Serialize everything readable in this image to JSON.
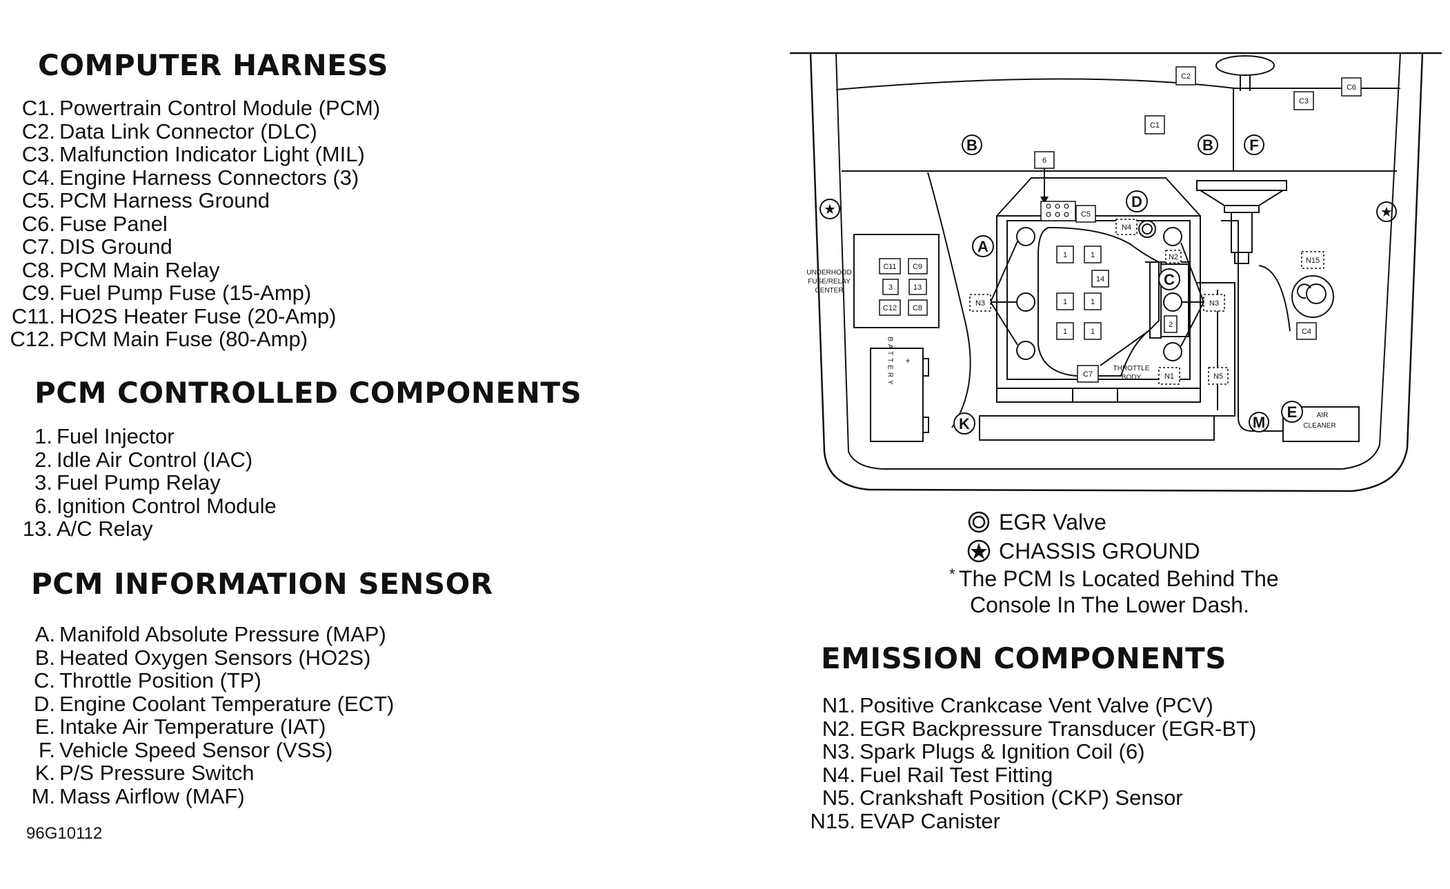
{
  "computer_harness": {
    "title": "COMPUTER HARNESS",
    "items": [
      {
        "code": "C1.",
        "label": "Powertrain Control Module (PCM)"
      },
      {
        "code": "C2.",
        "label": "Data Link Connector (DLC)"
      },
      {
        "code": "C3.",
        "label": "Malfunction Indicator Light (MIL)"
      },
      {
        "code": "C4.",
        "label": "Engine Harness Connectors (3)"
      },
      {
        "code": "C5.",
        "label": "PCM Harness Ground"
      },
      {
        "code": "C6.",
        "label": "Fuse Panel"
      },
      {
        "code": "C7.",
        "label": "DIS Ground"
      },
      {
        "code": "C8.",
        "label": "PCM Main Relay"
      },
      {
        "code": "C9.",
        "label": "Fuel Pump Fuse (15-Amp)"
      },
      {
        "code": "C11.",
        "label": "HO2S Heater Fuse (20-Amp)"
      },
      {
        "code": "C12.",
        "label": "PCM Main Fuse (80-Amp)"
      }
    ]
  },
  "pcm_controlled": {
    "title": "PCM CONTROLLED COMPONENTS",
    "items": [
      {
        "code": "1.",
        "label": "Fuel Injector"
      },
      {
        "code": "2.",
        "label": "Idle Air Control (IAC)"
      },
      {
        "code": "3.",
        "label": "Fuel Pump Relay"
      },
      {
        "code": "6.",
        "label": "Ignition Control Module"
      },
      {
        "code": "13.",
        "label": "A/C Relay"
      }
    ]
  },
  "pcm_information": {
    "title": "PCM INFORMATION SENSOR",
    "items": [
      {
        "code": "A.",
        "label": "Manifold Absolute Pressure (MAP)"
      },
      {
        "code": "B.",
        "label": "Heated Oxygen Sensors (HO2S)"
      },
      {
        "code": "C.",
        "label": "Throttle Position (TP)"
      },
      {
        "code": "D.",
        "label": "Engine Coolant Temperature (ECT)"
      },
      {
        "code": "E.",
        "label": "Intake Air Temperature (IAT)"
      },
      {
        "code": "F.",
        "label": "Vehicle Speed Sensor (VSS)"
      },
      {
        "code": "K.",
        "label": "P/S Pressure Switch"
      },
      {
        "code": "M.",
        "label": "Mass Airflow (MAF)"
      }
    ]
  },
  "figure_code": "96G10112",
  "key": {
    "egr_valve": "EGR Valve",
    "chassis_ground": "CHASSIS GROUND",
    "pcm_note_star": "*",
    "pcm_note_line1": "The PCM Is Located Behind The",
    "pcm_note_line2": "Console In The Lower Dash."
  },
  "emission": {
    "title": "EMISSION COMPONENTS",
    "items": [
      {
        "code": "N1.",
        "label": "Positive Crankcase Vent Valve (PCV)"
      },
      {
        "code": "N2.",
        "label": "EGR Backpressure Transducer (EGR-BT)"
      },
      {
        "code": "N3.",
        "label": "Spark Plugs & Ignition Coil (6)"
      },
      {
        "code": "N4.",
        "label": "Fuel Rail Test Fitting"
      },
      {
        "code": "N5.",
        "label": "Crankshaft Position (CKP) Sensor"
      },
      {
        "code": "N15.",
        "label": "EVAP Canister"
      }
    ]
  },
  "diagram_labels": {
    "c1": "C1",
    "c2": "C2",
    "c3": "C3",
    "c4": "C4",
    "c5": "C5",
    "c6": "C6",
    "c7": "C7",
    "c8": "C8",
    "c9": "C9",
    "c11": "C11",
    "c12": "C12",
    "n1": "N1",
    "n2": "N2",
    "n3": "N3",
    "n4": "N4",
    "n5": "N5",
    "n15": "N15",
    "a": "A",
    "b": "B",
    "c": "C",
    "d": "D",
    "e": "E",
    "f": "F",
    "k": "K",
    "m": "M",
    "one": "1",
    "two": "2",
    "three": "3",
    "six": "6",
    "thirteen": "13",
    "fourteen": "14",
    "underhood1": "UNDERHOOD",
    "underhood2": "FUSE/RELAY",
    "underhood3": "CENTER",
    "throttle1": "THROTTLE",
    "throttle2": "BODY",
    "air1": "AIR",
    "air2": "CLEANER",
    "battery": "BATTERY",
    "plus": "+",
    "star": "★"
  }
}
